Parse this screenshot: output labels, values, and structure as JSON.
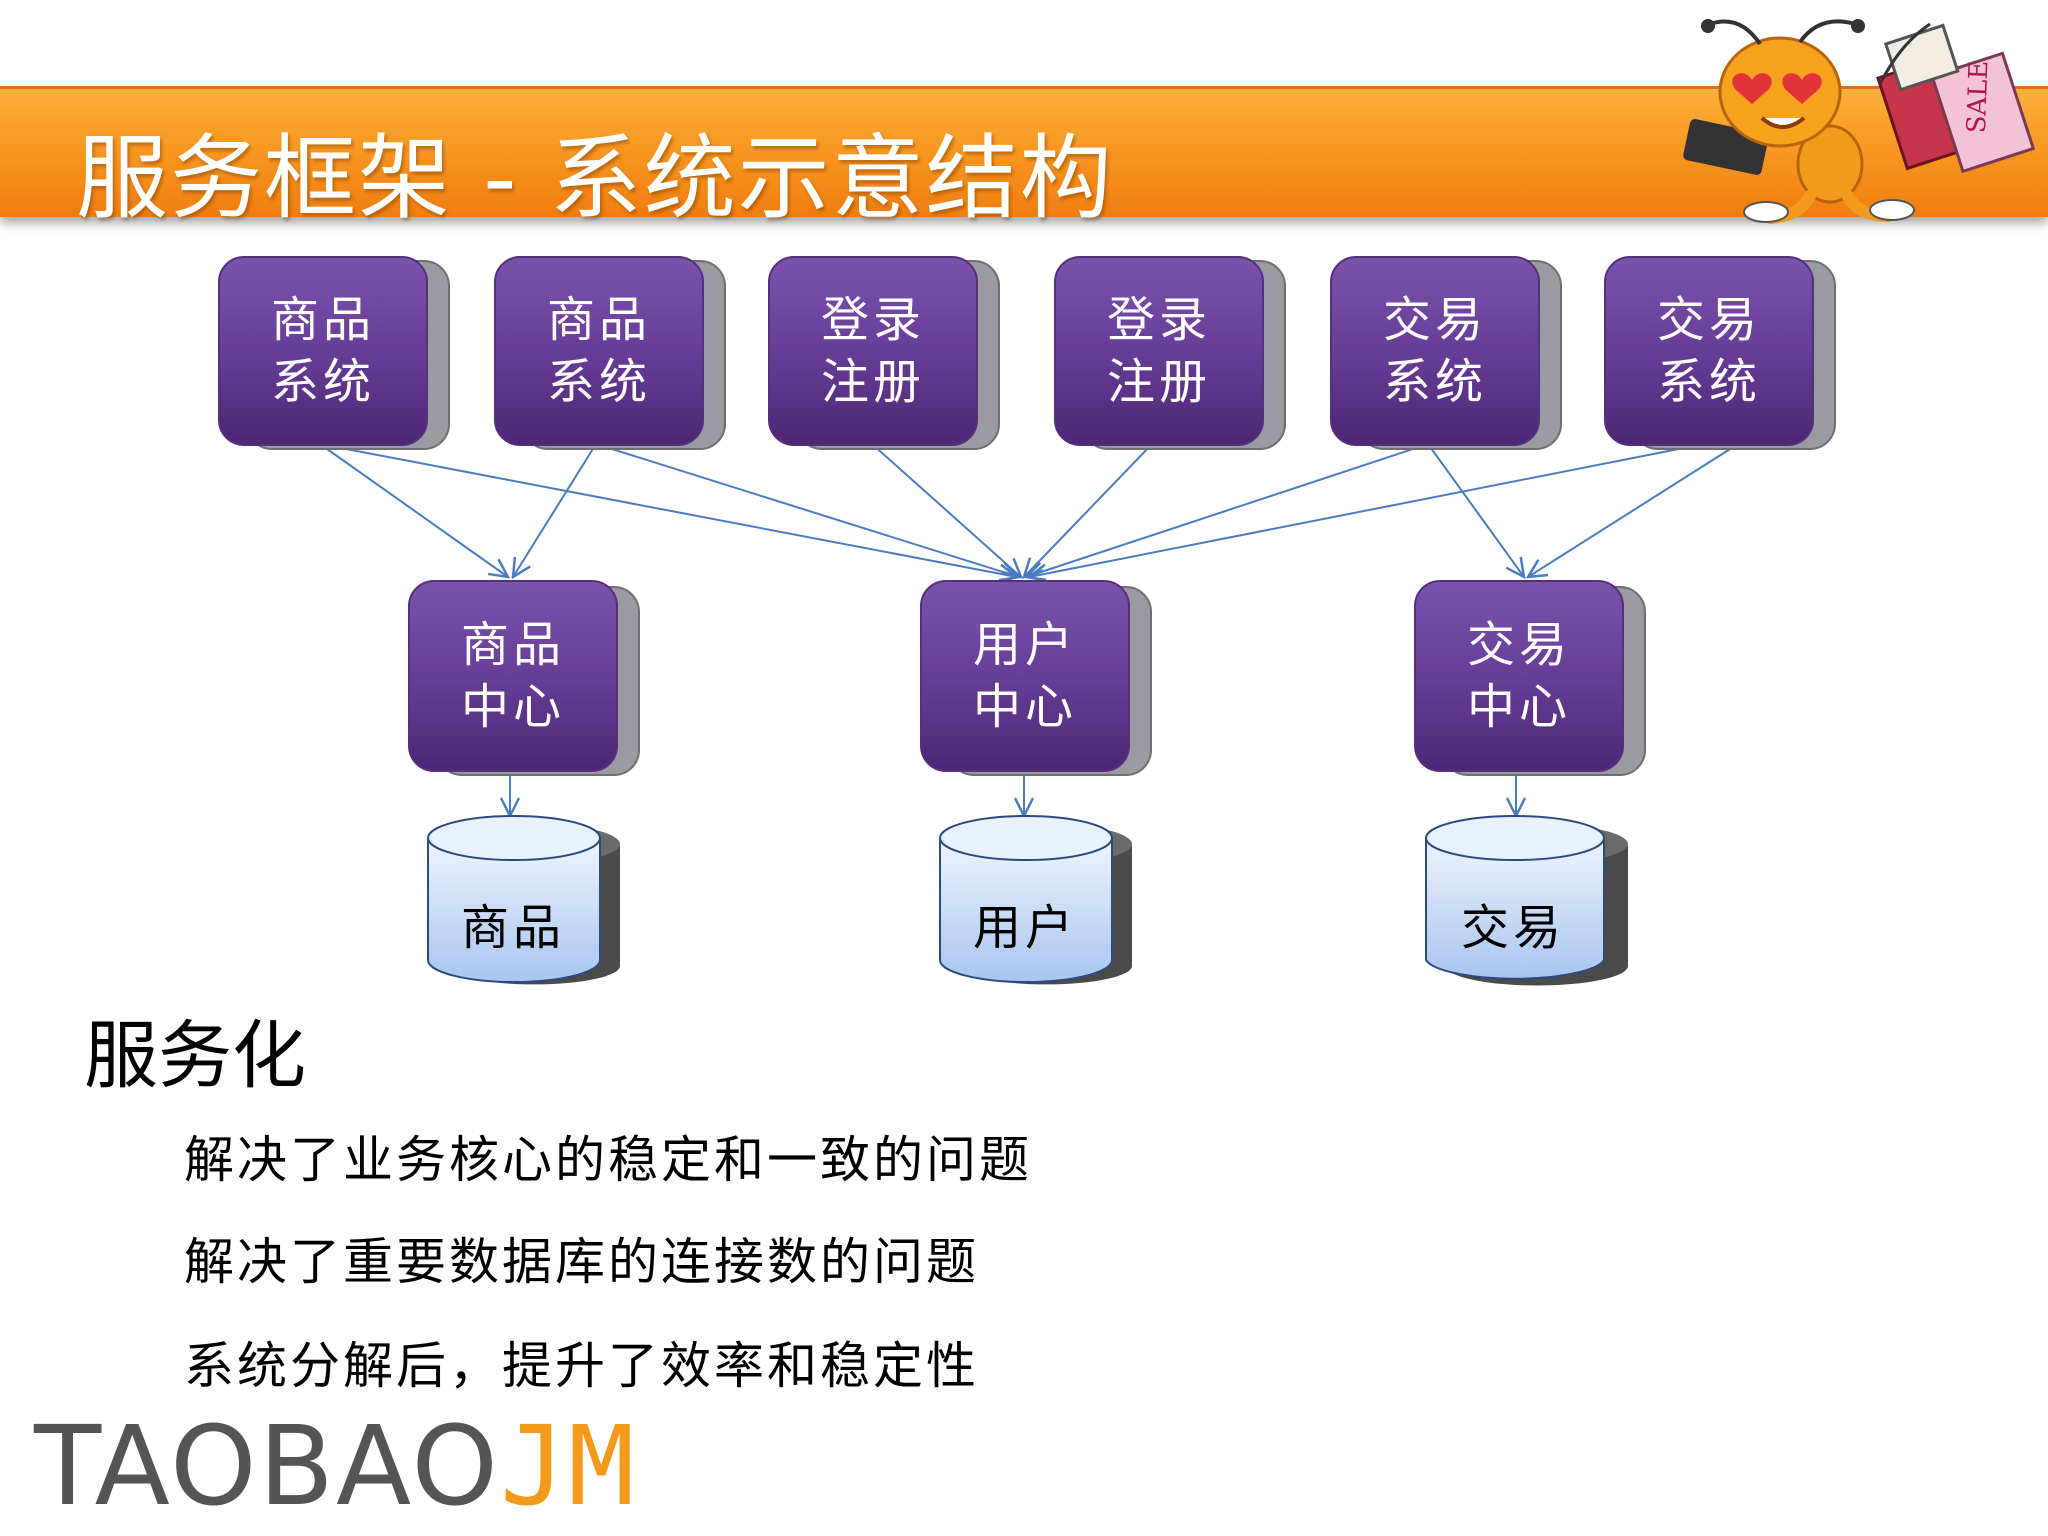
{
  "title": "服务框架 - 系统示意结构",
  "diagram": {
    "top_systems": [
      {
        "line1": "商品",
        "line2": "系统"
      },
      {
        "line1": "商品",
        "line2": "系统"
      },
      {
        "line1": "登录",
        "line2": "注册"
      },
      {
        "line1": "登录",
        "line2": "注册"
      },
      {
        "line1": "交易",
        "line2": "系统"
      },
      {
        "line1": "交易",
        "line2": "系统"
      }
    ],
    "centers": [
      {
        "line1": "商品",
        "line2": "中心"
      },
      {
        "line1": "用户",
        "line2": "中心"
      },
      {
        "line1": "交易",
        "line2": "中心"
      }
    ],
    "databases": [
      "商品",
      "用户",
      "交易"
    ]
  },
  "section": {
    "heading": "服务化",
    "bullets": [
      "解决了业务核心的稳定和一致的问题",
      "解决了重要数据库的连接数的问题",
      "系统分解后，提升了效率和稳定性"
    ]
  },
  "logo": {
    "part1": "TAOBAO",
    "part2": "JM"
  },
  "colors": {
    "title_bar": "#f7931e",
    "node_purple": "#6a3f9a",
    "db_blue": "#c5d8f5",
    "arrow": "#4a7cbf",
    "logo_accent": "#f39a1d"
  }
}
